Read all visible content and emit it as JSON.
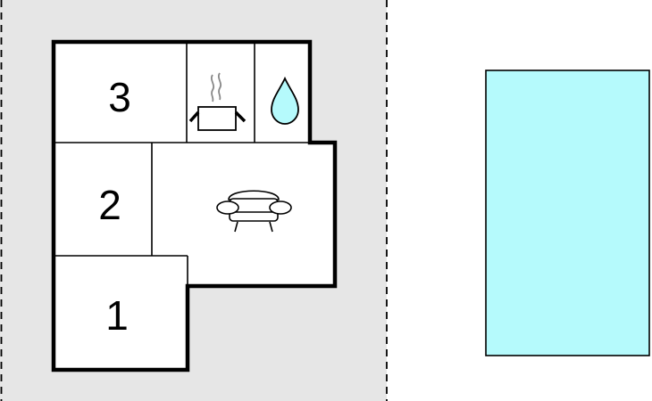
{
  "colors": {
    "plot": "#e6e6e6",
    "pool": "#b5fafc",
    "water_drop": "#b5fafc",
    "walls": "#000000",
    "rooms": "#ffffff"
  },
  "rooms": [
    {
      "id": "bedroom-1",
      "label": "1"
    },
    {
      "id": "bedroom-2",
      "label": "2"
    },
    {
      "id": "bedroom-3",
      "label": "3"
    }
  ],
  "icons": {
    "kitchen": "cooking-pot-icon",
    "bathroom": "water-drop-icon",
    "living_room": "sofa-icon"
  }
}
